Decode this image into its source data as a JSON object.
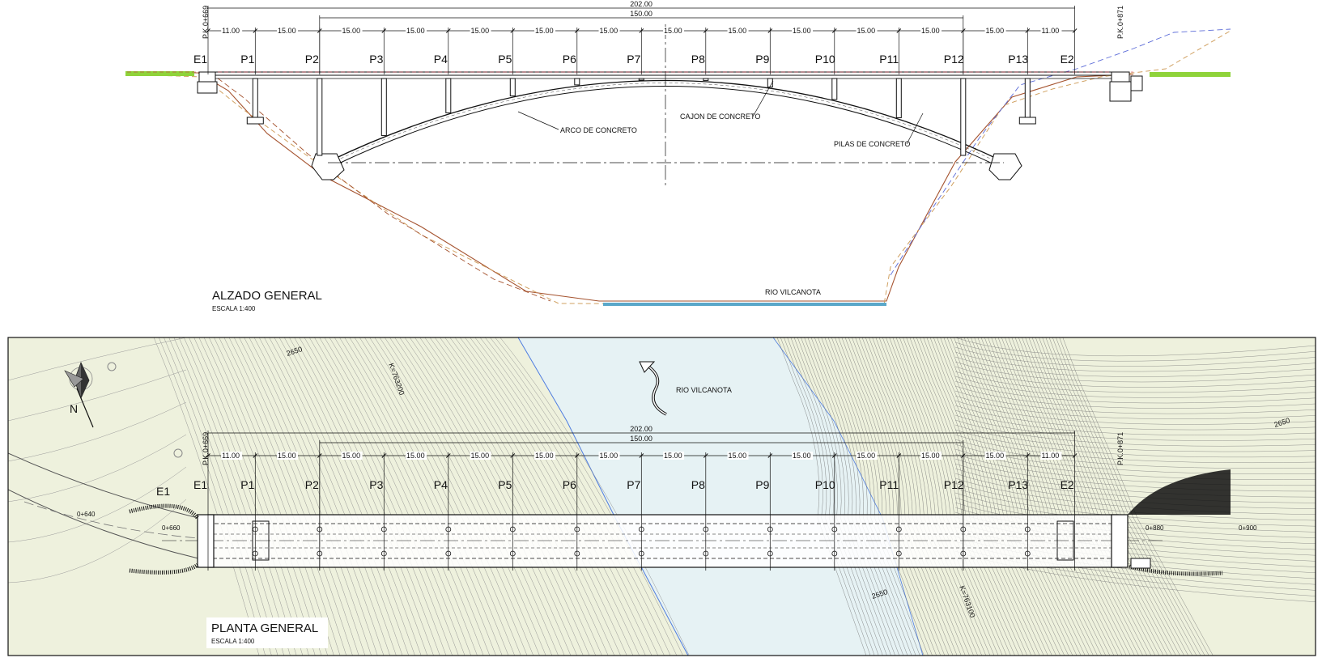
{
  "elevation": {
    "title": "ALZADO GENERAL",
    "scale": "ESCALA 1:400",
    "arch_label": "ARCO DE CONCRETO",
    "box_label": "CAJON DE CONCRETO",
    "piers_label": "PILAS DE CONCRETO",
    "river_label": "RIO VILCANOTA"
  },
  "plan": {
    "title": "PLANTA GENERAL",
    "scale": "ESCALA 1:400",
    "river_label": "RIO VILCANOTA",
    "north_label": "N",
    "abutment_label": "E1",
    "chainages": [
      "0+640",
      "0+660",
      "0+880",
      "0+900"
    ],
    "contour_labels": [
      "2650",
      "2650",
      "2650",
      "K=763200",
      "K=763100"
    ]
  },
  "stations": {
    "start": "P.K.0+669",
    "end": "P.K.0+871"
  },
  "dimensions": {
    "total": "202.00",
    "arch_span": "150.00",
    "spans": [
      "11.00",
      "15.00",
      "15.00",
      "15.00",
      "15.00",
      "15.00",
      "15.00",
      "15.00",
      "15.00",
      "15.00",
      "15.00",
      "15.00",
      "15.00",
      "11.00"
    ]
  },
  "supports": [
    "E1",
    "P1",
    "P2",
    "P3",
    "P4",
    "P5",
    "P6",
    "P7",
    "P8",
    "P9",
    "P10",
    "P11",
    "P12",
    "P13",
    "E2"
  ],
  "colors": {
    "ink": "#111111",
    "terrain_brown": "#a5532f",
    "terrain_dashed": "#d0a060",
    "river_fill": "#e6f2f4",
    "river_edge": "#4f7de0",
    "land_fill": "#eef1dd",
    "grass": "#8fd33a"
  }
}
